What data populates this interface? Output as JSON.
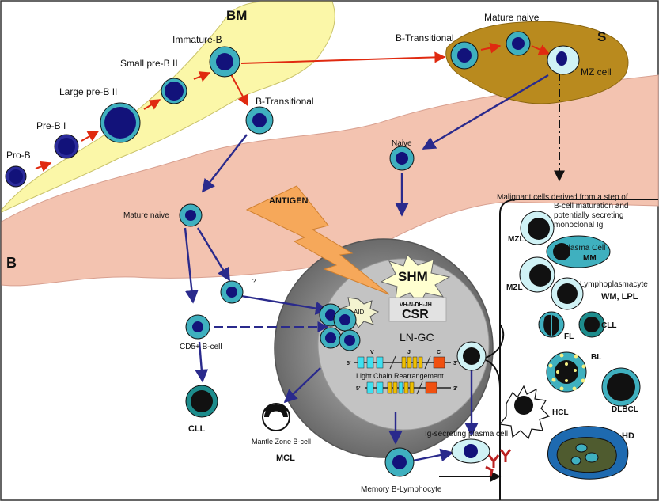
{
  "regions": {
    "bm": "BM",
    "spleen": "S",
    "blood": "B",
    "germinal_center": "LN-GC",
    "malignant_note": [
      "Malignant cells derived from a step of",
      "B-cell maturation and",
      "potentially secreting",
      "monoclonal Ig"
    ]
  },
  "stages": {
    "pro_b": "Pro-B",
    "pre_b1": "Pre-B I",
    "large_pre_b2": "Large pre-B II",
    "small_pre_b2": "Small pre-B II",
    "immature_b": "Immature-B",
    "b_transitional_spleen": "B-Transitional",
    "mature_naive_spleen": "Mature naive",
    "mz_cell": "MZ cell",
    "b_transitional_blood": "B-Transitional",
    "naive": "Naive",
    "mature_naive": "Mature naive",
    "unknown": "?",
    "cd5_b_cell": "CD5+ B-cell",
    "mantle_zone": "Mantle Zone B-cell",
    "ig_secreting": "Ig-secreting plasma cell",
    "memory": "Memory B-Lymphocyte"
  },
  "gc": {
    "antigen": "ANTIGEN",
    "shm": "SHM",
    "vdj": "VH-N-DH-JH",
    "csr": "CSR",
    "aid": "AID",
    "v": "V",
    "j": "J",
    "c": "C",
    "five_prime": "5'",
    "three_prime": "3'",
    "light_chain": "Light Chain Rearrangement"
  },
  "malignancies": {
    "cll": "CLL",
    "mcl": "MCL",
    "mzl1": "MZL",
    "mzl2": "MZL",
    "plasma_cell": "Plasma Cell",
    "mm": "MM",
    "lymphoplasmacyte": "Lymphoplasmacyte",
    "wm_lpl": "WM, LPL",
    "cll2": "CLL",
    "fl": "FL",
    "bl": "BL",
    "hcl": "HCL",
    "dlbcl": "DLBCL",
    "hd": "HD"
  },
  "colors": {
    "bm": "#fbf7a8",
    "spleen": "#b98a1e",
    "blood": "#f3c3b0",
    "gc_outer": "#8c8c8c",
    "gc_inner": "#c3c3c3",
    "cell_ring": "#3fb0bf",
    "cell_nucleus": "#12127a",
    "arrow_red": "#e02a10",
    "arrow_blue": "#2a2a8c"
  }
}
